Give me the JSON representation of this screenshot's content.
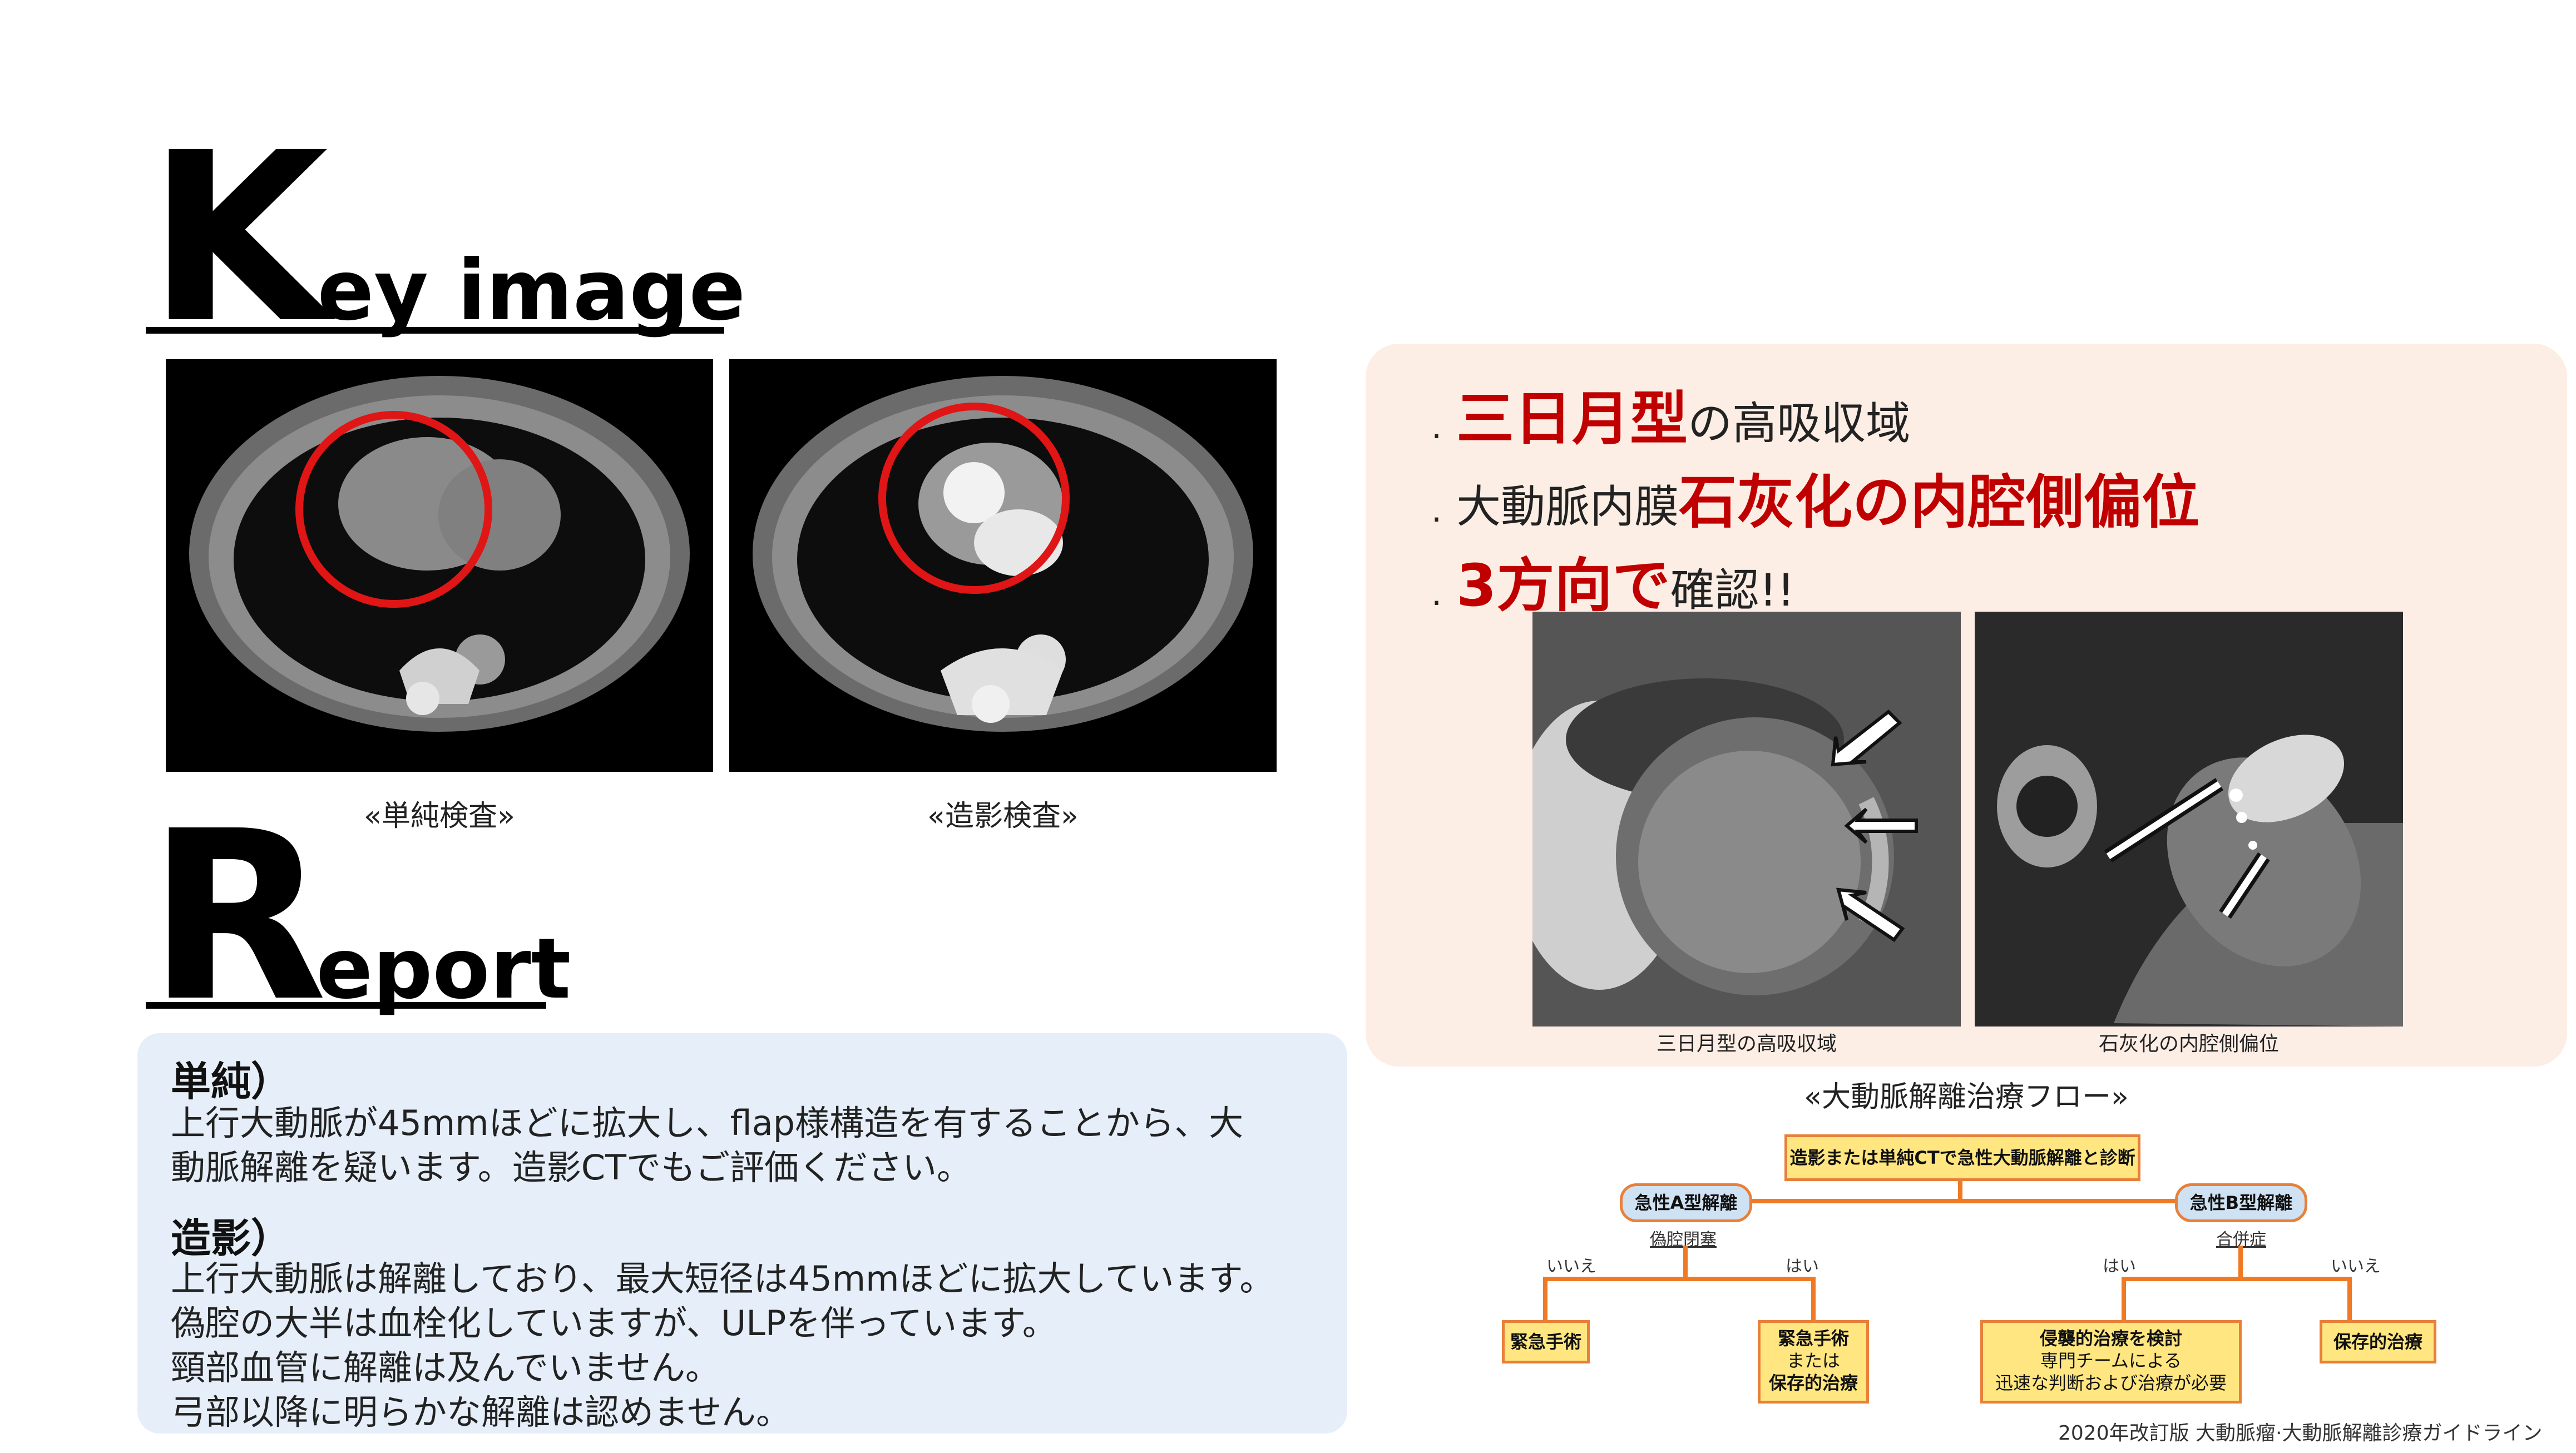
{
  "key_title": {
    "cap": "K",
    "rest": "ey image"
  },
  "report_title": {
    "cap": "R",
    "rest": "eport"
  },
  "ct_captions": {
    "plain": "«単純検査»",
    "contrast": "«造影検査»"
  },
  "report": {
    "plain_head": "単純）",
    "plain_lines": [
      "上行大動脈が45mmほどに拡大し、flap様構造を有することから、大",
      "動脈解離を疑います。造影CTでもご評価ください。"
    ],
    "contrast_head": "造影）",
    "contrast_lines": [
      "上行大動脈は解離しており、最大短径は45mmほどに拡大しています。",
      "偽腔の大半は血栓化していますが、ULPを伴っています。",
      "頸部血管に解離は及んでいません。",
      "弓部以降に明らかな解離は認めません。"
    ]
  },
  "findings": {
    "b1_hl": "三日月型",
    "b1_tail": "の高吸収域",
    "b2_head": "大動脈内膜",
    "b2_hl": "石灰化の内腔側偏位",
    "b3_hl": "3方向で",
    "b3_tail": "確認!!",
    "img1_caption": "三日月型の高吸収域",
    "img2_caption": "石灰化の内腔側偏位",
    "bullet_glyph": "·"
  },
  "flow": {
    "title": "«大動脈解離治療フロー»",
    "top": "造影または単純CTで急性大動脈解離と診断",
    "typeA": "急性A型解離",
    "typeA_sub": "偽腔閉塞",
    "typeB": "急性B型解離",
    "typeB_sub": "合併症",
    "no": "いいえ",
    "yes": "はい",
    "box_emergency": "緊急手術",
    "box_em_or": [
      "緊急手術",
      "または",
      "保存的治療"
    ],
    "box_invasive": [
      "侵襲的治療を検討",
      "専門チームによる",
      "迅速な判断および治療が必要"
    ],
    "box_conservative": "保存的治療",
    "source": "2020年改訂版 大動脈瘤·大動脈解離診療ガイドライン"
  },
  "colors": {
    "accent_red": "#c00000",
    "flow_orange": "#f07a24",
    "report_bg": "#e6eff9",
    "finding_bg": "#fdeee5"
  }
}
